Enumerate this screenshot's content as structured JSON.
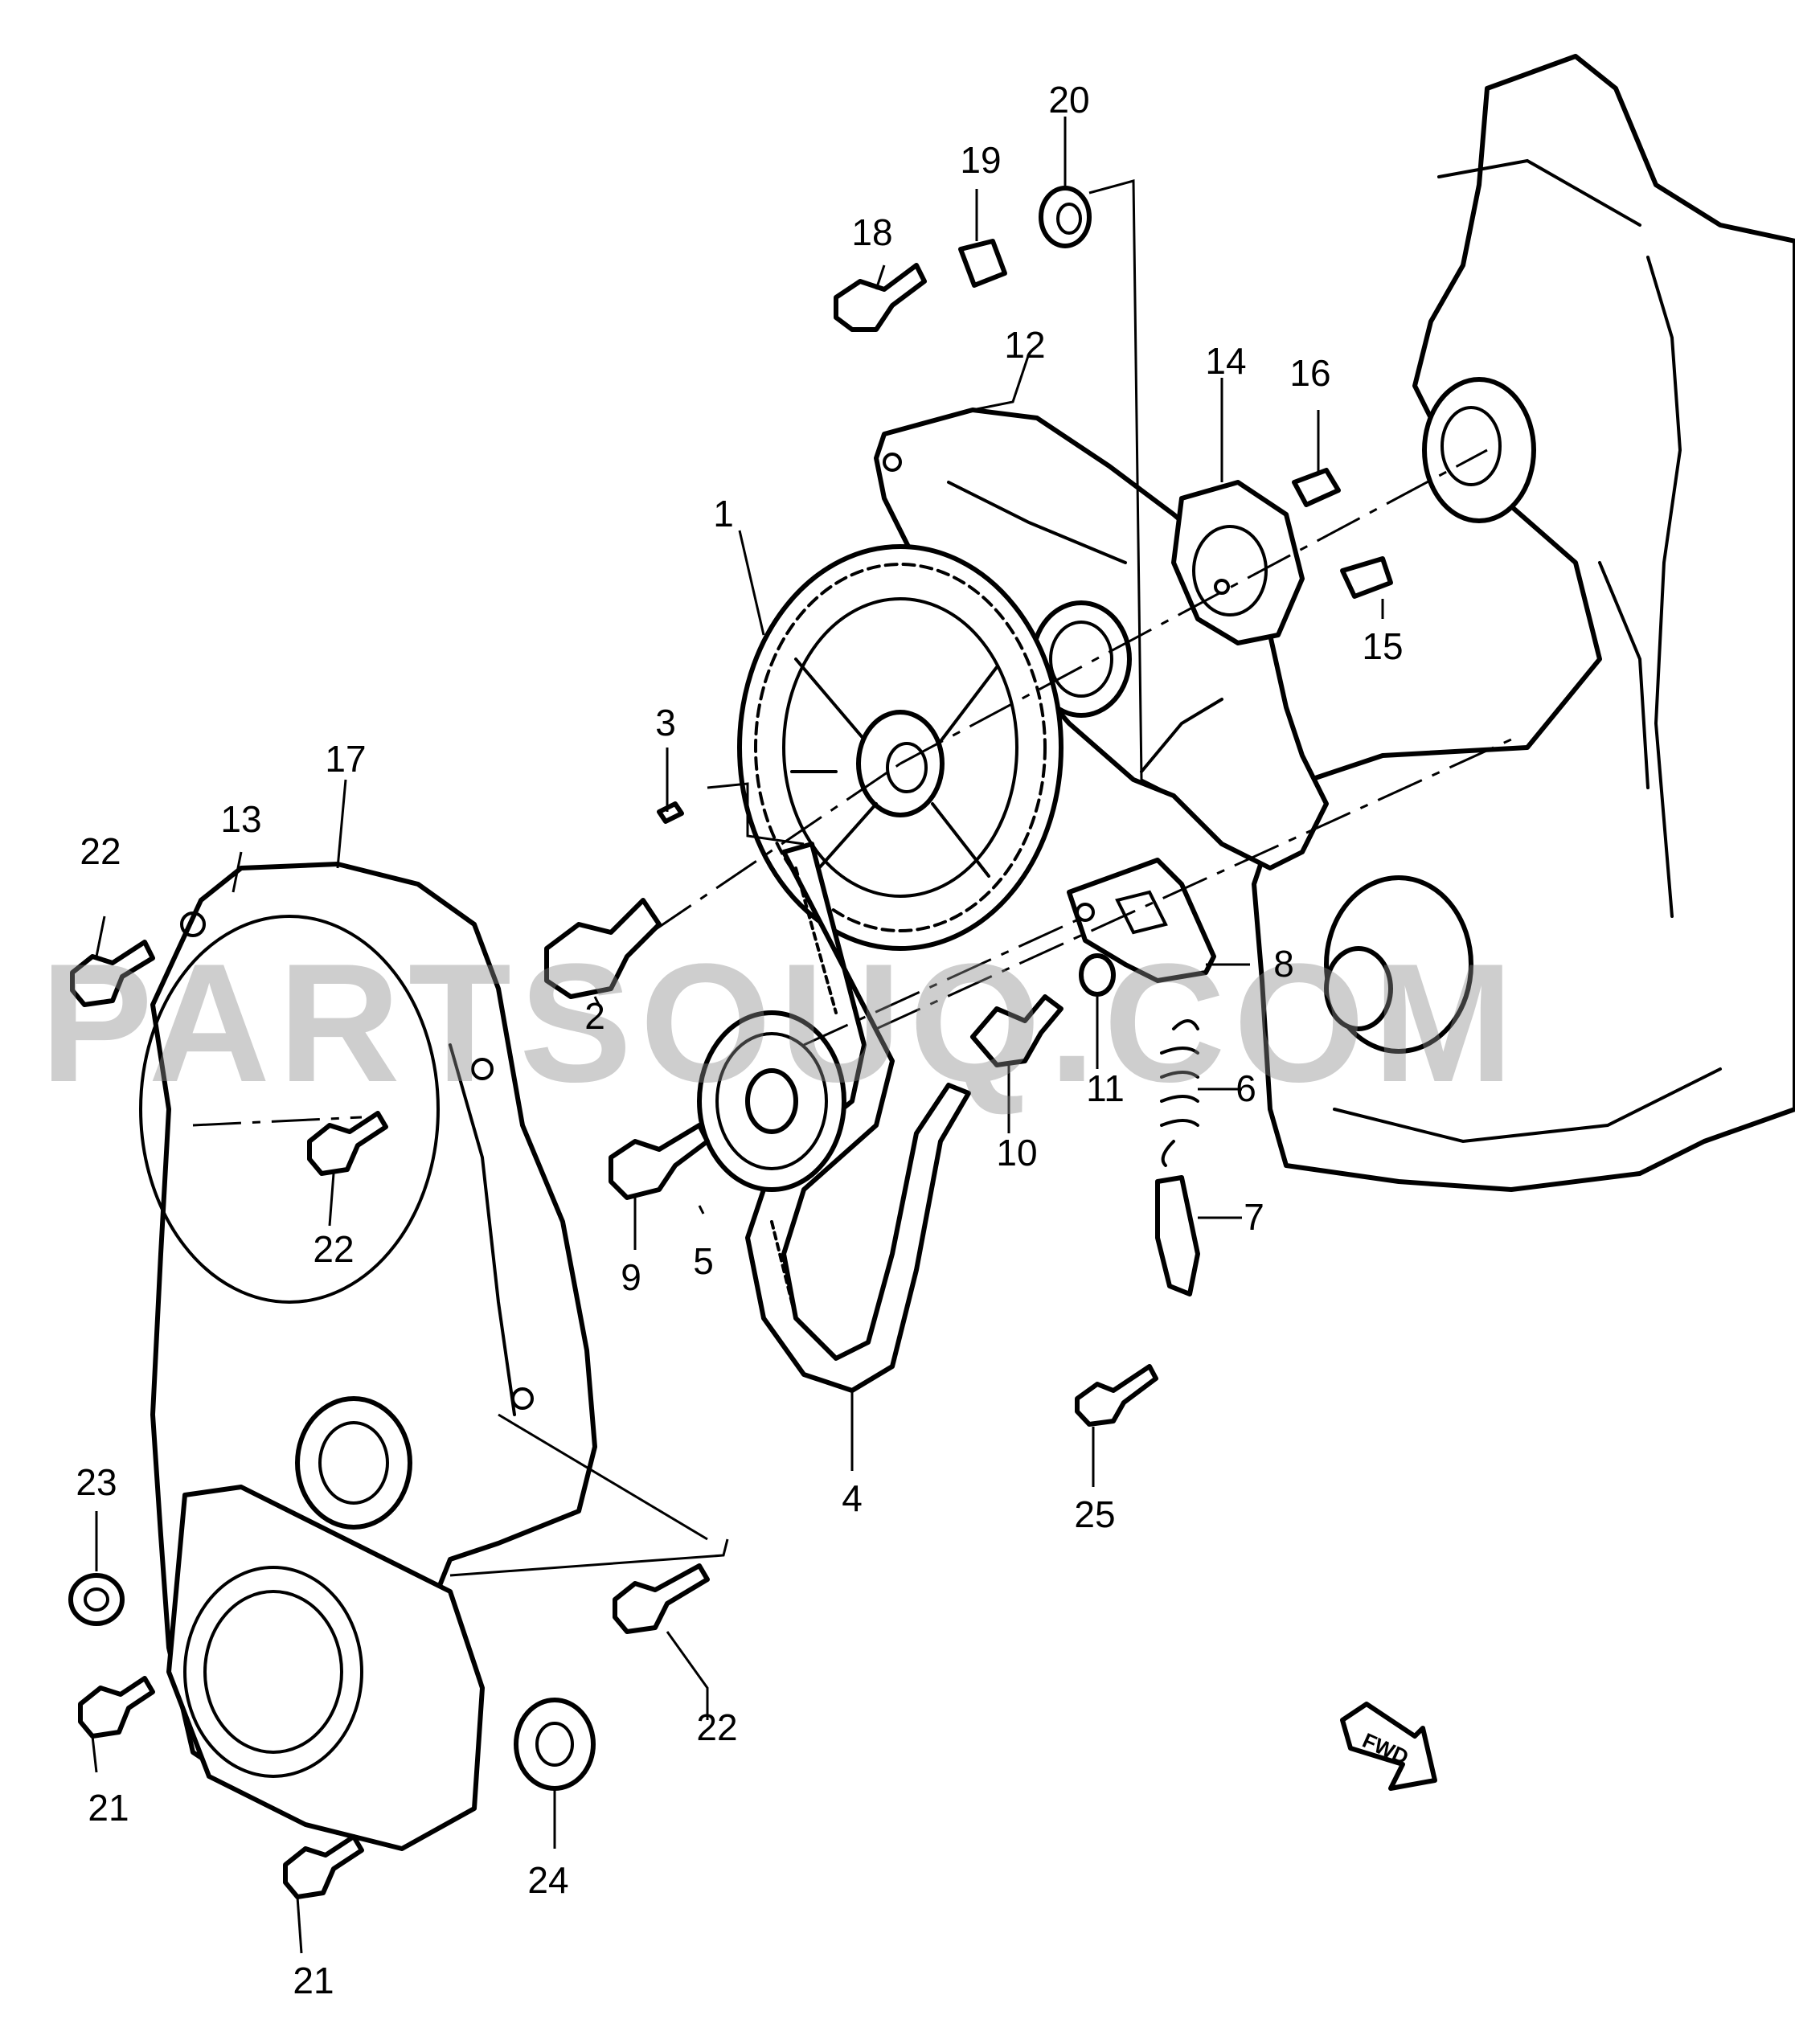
{
  "watermark": "PARTSOUQ.COM",
  "direction_label": "FWD",
  "callouts": [
    "1",
    "2",
    "3",
    "4",
    "5",
    "6",
    "7",
    "8",
    "9",
    "10",
    "11",
    "12",
    "13",
    "14",
    "15",
    "16",
    "17",
    "18",
    "19",
    "20",
    "21",
    "21",
    "22",
    "22",
    "22",
    "23",
    "24",
    "25"
  ],
  "colors": {
    "line": "#000000",
    "background": "#ffffff",
    "watermark": "#8a8a8a"
  }
}
